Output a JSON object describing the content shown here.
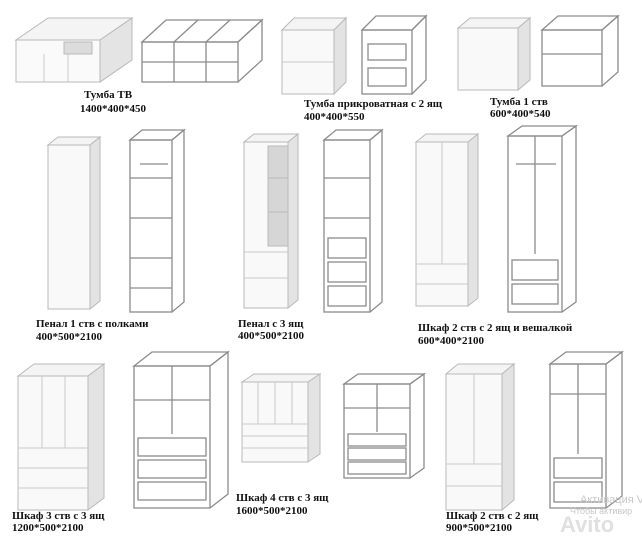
{
  "products": [
    {
      "name": "Тумба ТВ",
      "size": "1400*400*450"
    },
    {
      "name": "Тумба прикроватная с 2 ящ",
      "size": "400*400*550"
    },
    {
      "name": "Тумба 1 ств",
      "size": "600*400*540"
    },
    {
      "name": "Пенал 1 ств с полками",
      "size": "400*500*2100"
    },
    {
      "name": "Пенал с 3 ящ",
      "size": "400*500*2100"
    },
    {
      "name": "Шкаф 2 ств с 2 ящ и вешалкой",
      "size": "600*400*2100"
    },
    {
      "name": "Шкаф 3 ств с 3 ящ",
      "size": "1200*500*2100"
    },
    {
      "name": "Шкаф 4 ств с 3 ящ",
      "size": "1600*500*2100"
    },
    {
      "name": "Шкаф 2 ств с 2 ящ",
      "size": "900*500*2100"
    }
  ],
  "watermark": {
    "activation": "Активация V",
    "go_to": "Чтобы активир",
    "brand": "Avito"
  },
  "colors": {
    "panel": "#f7f7f7",
    "panel_side": "#e9e9e9",
    "frame": "#8c8c8c",
    "text": "#111111"
  }
}
